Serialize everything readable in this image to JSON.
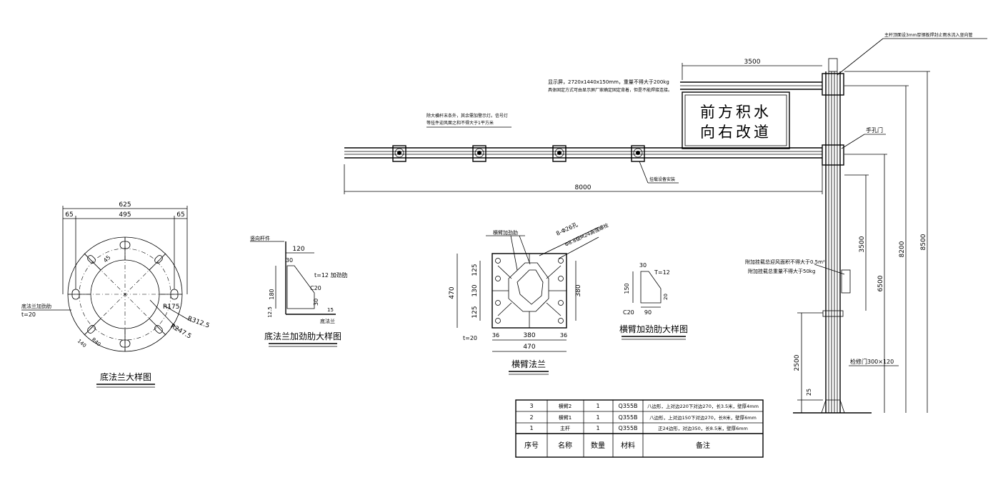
{
  "base_flange": {
    "title": "底法兰大样图",
    "dim_625": "625",
    "dim_495": "495",
    "dim_65_left": "65",
    "dim_65_right": "65",
    "dim_45": "45",
    "r175": "R175",
    "r3125": "R312.5",
    "r2475": "R247.5",
    "dim_r40": "R40",
    "dim_140": "140",
    "rib_label": "底法兰加劲肋",
    "t20": "t=20"
  },
  "base_rib": {
    "title": "底法兰加劲肋大样图",
    "upright_label": "竖向杆件",
    "d120": "120",
    "d30": "30",
    "t12": "t=12 加劲肋",
    "c20": "C20",
    "d180": "180",
    "d125": "12.5",
    "d30b": "30",
    "d15": "15",
    "flange_label": "底法兰"
  },
  "arm_flange": {
    "title": "横臂法兰",
    "rib_label": "横臂加劲肋",
    "bolt_label": "8-Φ26孔",
    "bolt_label2": "Φ8.8级M24高强螺栓",
    "d470_left": "470",
    "d125a": "125",
    "d130": "130",
    "d125b": "125",
    "d380_right": "380",
    "d36a": "36",
    "d380": "380",
    "d36b": "36",
    "d470_bottom": "470",
    "t20": "t=20"
  },
  "arm_rib": {
    "title": "横臂加劲肋大样图",
    "d30": "30",
    "t12": "T=12",
    "d150": "150",
    "d20": "20",
    "c20": "C20",
    "d90": "90"
  },
  "elevation": {
    "top_note": "主杆顶面设3mm厚钢板焊封止雨水流入竖向管",
    "display_note1": "显示屏，2720x1440x150mm，重量不得大于200kg",
    "display_note2": "具体固定方式可由显示屏厂家确定固定背着，但是不能焊接连接。",
    "sign_line1": "前方积水",
    "sign_line2": "向右改道",
    "signal_note1": "除大横杆末条外，其余需加警示灯。信号灯",
    "signal_note2": "等挂件迎风面之和不得大于1平方米",
    "dim_3500_top": "3500",
    "dim_8000": "8000",
    "handhole": "手孔门",
    "equip_box": "挂载设备安装",
    "add_area": "附加挂载总迎风面积不得大于0.5m²",
    "add_weight": "附加挂载总重量不得大于50kg",
    "dim_3500_side": "3500",
    "dim_6500": "6500",
    "dim_8200": "8200",
    "dim_8500": "8500",
    "dim_2500": "2500",
    "dim_25": "25",
    "service_door": "检修门300×120"
  },
  "parts_table": {
    "rows": [
      {
        "no": "3",
        "name": "横臂2",
        "qty": "1",
        "mat": "Q355B",
        "note": "八边形，上对边220下对边270，长3.5米，壁厚4mm"
      },
      {
        "no": "2",
        "name": "横臂1",
        "qty": "1",
        "mat": "Q355B",
        "note": "八边形，上对边150下对边270，长8米，壁厚6mm"
      },
      {
        "no": "1",
        "name": "主杆",
        "qty": "1",
        "mat": "Q355B",
        "note": "正24边形，对边350，长8.5米，壁厚6mm"
      }
    ],
    "header": {
      "no": "序号",
      "name": "名称",
      "qty": "数量",
      "mat": "材料",
      "note": "备注"
    }
  }
}
